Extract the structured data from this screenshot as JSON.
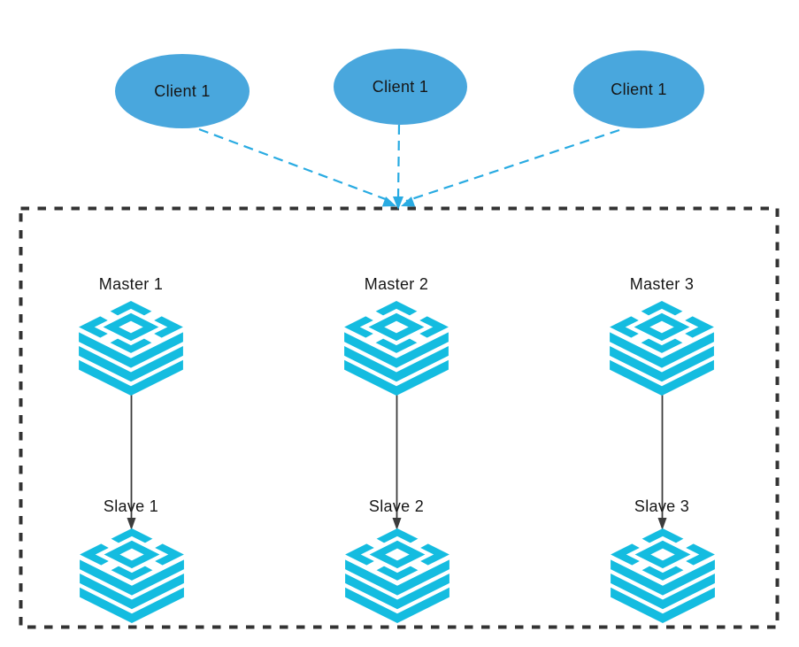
{
  "diagram": {
    "clients": [
      {
        "label": "Client 1"
      },
      {
        "label": "Client 1"
      },
      {
        "label": "Client 1"
      }
    ],
    "cluster": {
      "masters": [
        {
          "label": "Master 1"
        },
        {
          "label": "Master 2"
        },
        {
          "label": "Master 3"
        }
      ],
      "slaves": [
        {
          "label": "Slave 1"
        },
        {
          "label": "Slave 2"
        },
        {
          "label": "Slave 3"
        }
      ]
    },
    "colors": {
      "client_node_fill": "#49a7dd",
      "database_icon_cyan": "#14bce0",
      "dashed_connector_cyan": "#29abe2",
      "replication_arrow_dark": "#3c3c3c",
      "cluster_box_border": "#333333",
      "label_text": "#161616"
    }
  }
}
